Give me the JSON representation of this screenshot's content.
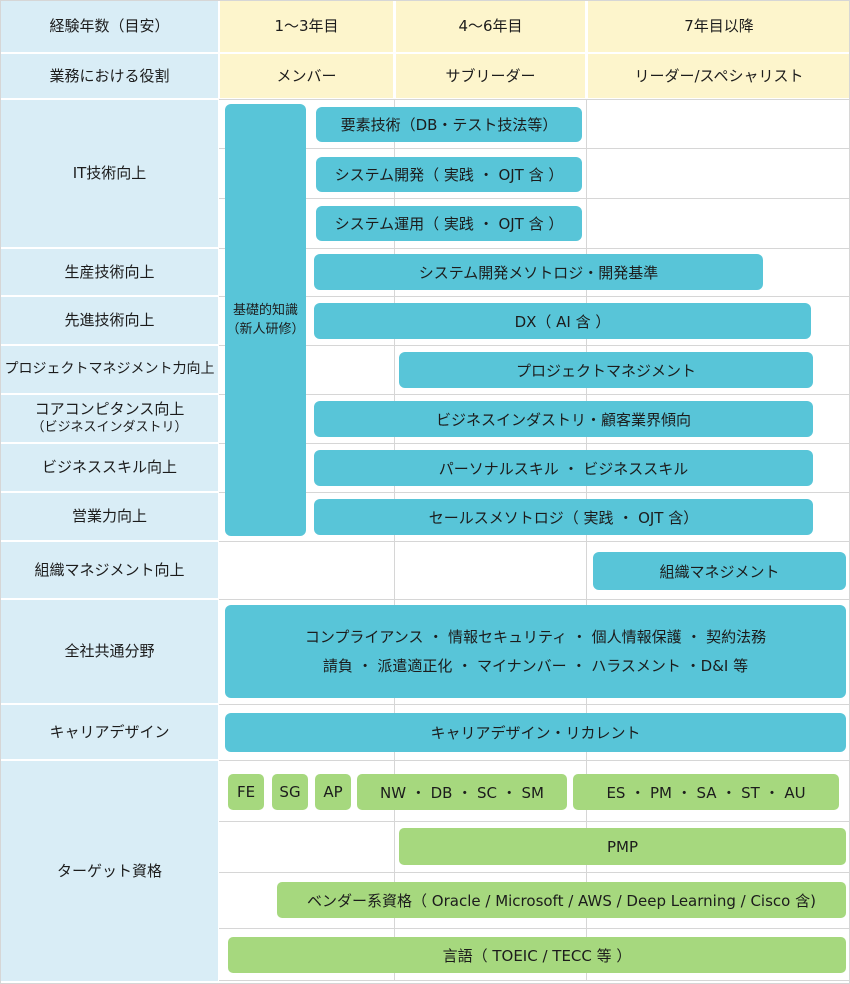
{
  "palette": {
    "teal_bar": "#58c5d8",
    "green_bar": "#a6d87e",
    "category_cell": "#d9edf6",
    "header_cell": "#fdf5cc",
    "grid_line": "#d6d6d6",
    "text": "#1c1c1c"
  },
  "header": {
    "experience_label": "経験年数（目安）",
    "role_label": "業務における役割",
    "columns": [
      {
        "years": "1〜3年目",
        "role": "メンバー"
      },
      {
        "years": "4〜6年目",
        "role": "サブリーダー"
      },
      {
        "years": "7年目以降",
        "role": "リーダー/スペシャリスト"
      }
    ]
  },
  "categories": [
    {
      "label": "IT技術向上"
    },
    {
      "label": "生産技術向上"
    },
    {
      "label": "先進技術向上"
    },
    {
      "label": "プロジェクトマネジメント力向上"
    },
    {
      "label": "コアコンピタンス向上",
      "sublabel": "（ビジネスインダストリ）"
    },
    {
      "label": "ビジネススキル向上"
    },
    {
      "label": "営業力向上"
    },
    {
      "label": "組織マネジメント向上"
    },
    {
      "label": "全社共通分野"
    },
    {
      "label": "キャリアデザイン"
    },
    {
      "label": "ターゲット資格"
    }
  ],
  "bars": {
    "foundation_line1": "基礎的知識",
    "foundation_line2": "（新人研修）",
    "element_tech": "要素技術（DB・テスト技法等）",
    "system_dev": "システム開発（ 実践 ・ OJT 含 ）",
    "system_ops": "システム運用（ 実践 ・ OJT 含 ）",
    "dev_methodology": "システム開発メソトロジ・開発基準",
    "dx": "DX（ AI 含 ）",
    "project_management": "プロジェクトマネジメント",
    "business_industry": "ビジネスインダストリ・顧客業界傾向",
    "personal_skills": "パーソナルスキル ・ ビジネススキル",
    "sales_methodology": "セールスメソトロジ（ 実践 ・ OJT 含）",
    "org_management": "組織マネジメント",
    "company_common_line1": "コンプライアンス ・ 情報セキュリティ ・ 個人情報保護 ・ 契約法務",
    "company_common_line2": "請負 ・ 派遣適正化 ・ マイナンバー ・ ハラスメント ・D&I 等",
    "career_design": "キャリアデザイン・リカレント"
  },
  "certifications": {
    "fe": "FE",
    "sg": "SG",
    "ap": "AP",
    "mid_level": "NW ・ DB ・ SC ・ SM",
    "high_level": "ES ・ PM ・ SA ・ ST ・ AU",
    "pmp": "PMP",
    "vendor": "ベンダー系資格（ Oracle / Microsoft / AWS / Deep Learning / Cisco 含)",
    "language": "言語（ TOEIC / TECC 等 ）"
  }
}
